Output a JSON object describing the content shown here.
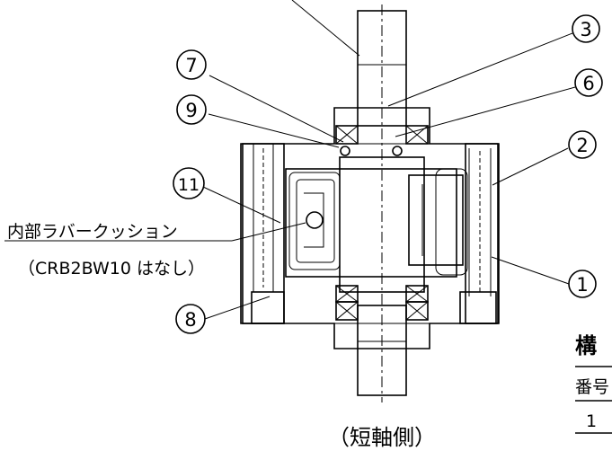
{
  "callouts": [
    {
      "id": "3",
      "label": "3"
    },
    {
      "id": "7",
      "label": "7"
    },
    {
      "id": "6",
      "label": "6"
    },
    {
      "id": "9",
      "label": "9"
    },
    {
      "id": "2",
      "label": "2"
    },
    {
      "id": "11",
      "label": "11"
    },
    {
      "id": "1",
      "label": "1"
    },
    {
      "id": "8",
      "label": "8"
    }
  ],
  "annotation": {
    "line1": "内部ラバークッション",
    "line2": "（CRB2BW10 はなし）"
  },
  "view_caption": "（短軸側）",
  "table": {
    "title_fragment": "構",
    "header_fragment": "番号",
    "row1_fragment": "1"
  }
}
